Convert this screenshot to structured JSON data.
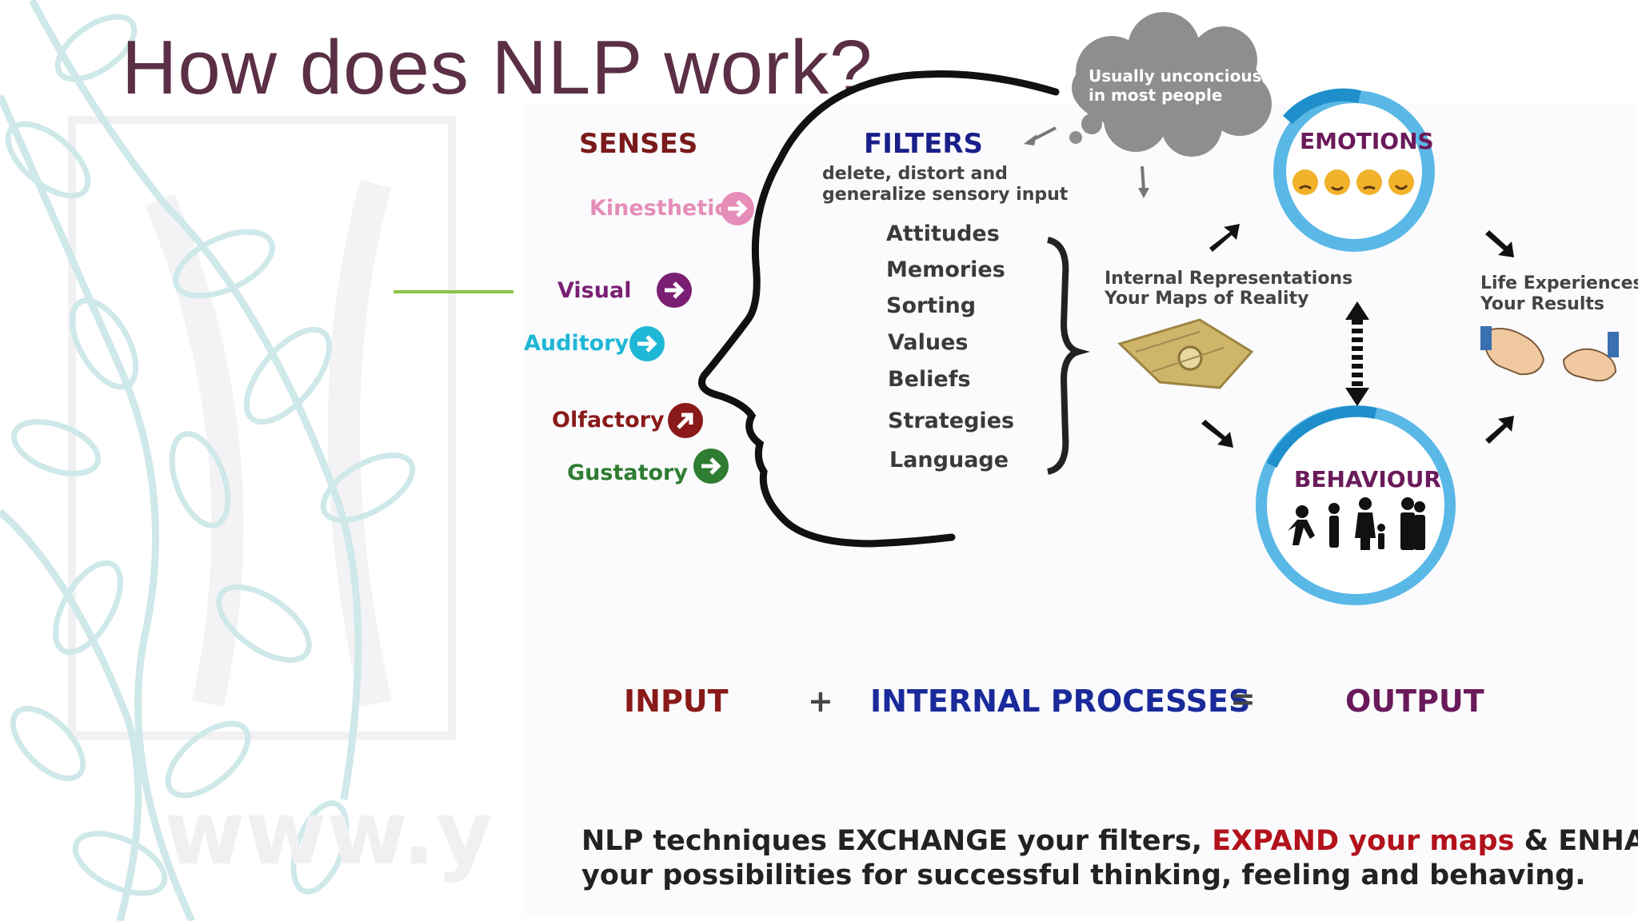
{
  "title": "How does NLP work?",
  "background_watermark": "www.y",
  "senses": {
    "header": "SENSES",
    "items": [
      {
        "label": "Kinesthetic",
        "color": "#e58db8"
      },
      {
        "label": "Visual",
        "color": "#7a1f73"
      },
      {
        "label": "Auditory",
        "color": "#1fb7d6"
      },
      {
        "label": "Olfactory",
        "color": "#8a1a1a"
      },
      {
        "label": "Gustatory",
        "color": "#2e7d32"
      }
    ]
  },
  "filters": {
    "header": "FILTERS",
    "subtitle_line1": "delete, distort and",
    "subtitle_line2": "generalize sensory input",
    "items": [
      "Attitudes",
      "Memories",
      "Sorting",
      "Values",
      "Beliefs",
      "Strategies",
      "Language"
    ]
  },
  "cloud": {
    "line1": "Usually unconcious",
    "line2": "in most people"
  },
  "internal_representations": {
    "line1": "Internal Representations",
    "line2": "Your Maps of Reality"
  },
  "emotions": {
    "label": "EMOTIONS"
  },
  "behaviour": {
    "label": "BEHAVIOUR"
  },
  "results": {
    "line1": "Life Experiences",
    "line2": "Your Results"
  },
  "equation": {
    "input": "INPUT",
    "plus": "+",
    "internal": "INTERNAL PROCESSES",
    "equals": "=",
    "output": "OUTPUT"
  },
  "bottom": {
    "part1": "NLP techniques EXCHANGE your filters,",
    "part2": "EXPAND your maps",
    "part3": "& ENHANCE",
    "line2": "your possibilities for successful thinking, feeling and behaving."
  },
  "colors": {
    "title": "#5b2f45",
    "senses_header": "#7a1a1a",
    "filters_header": "#1a1f8a",
    "emotions_ring": "#5ab8e6",
    "behaviour_label": "#6a1a5a",
    "input": "#8a1a1a",
    "internal": "#1a2a9a",
    "output": "#6a1a5a",
    "accent_line": "#8bc34a",
    "leaf": "#cfe8ea"
  }
}
